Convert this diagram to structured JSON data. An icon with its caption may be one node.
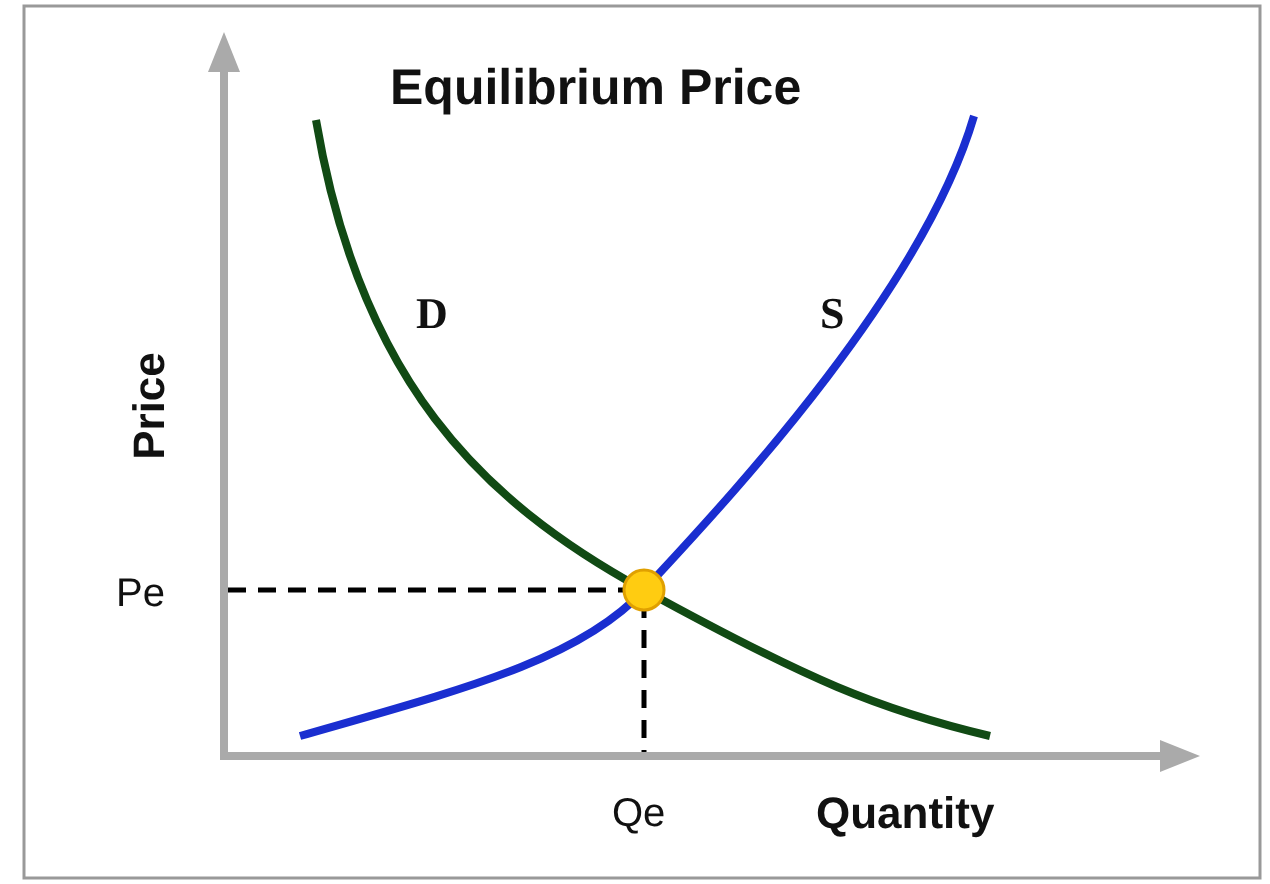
{
  "diagram": {
    "title": "Equilibrium Price",
    "labels": [
      "D",
      "S",
      "Price",
      "Pe",
      "Qe",
      "Quantity"
    ]
  }
}
